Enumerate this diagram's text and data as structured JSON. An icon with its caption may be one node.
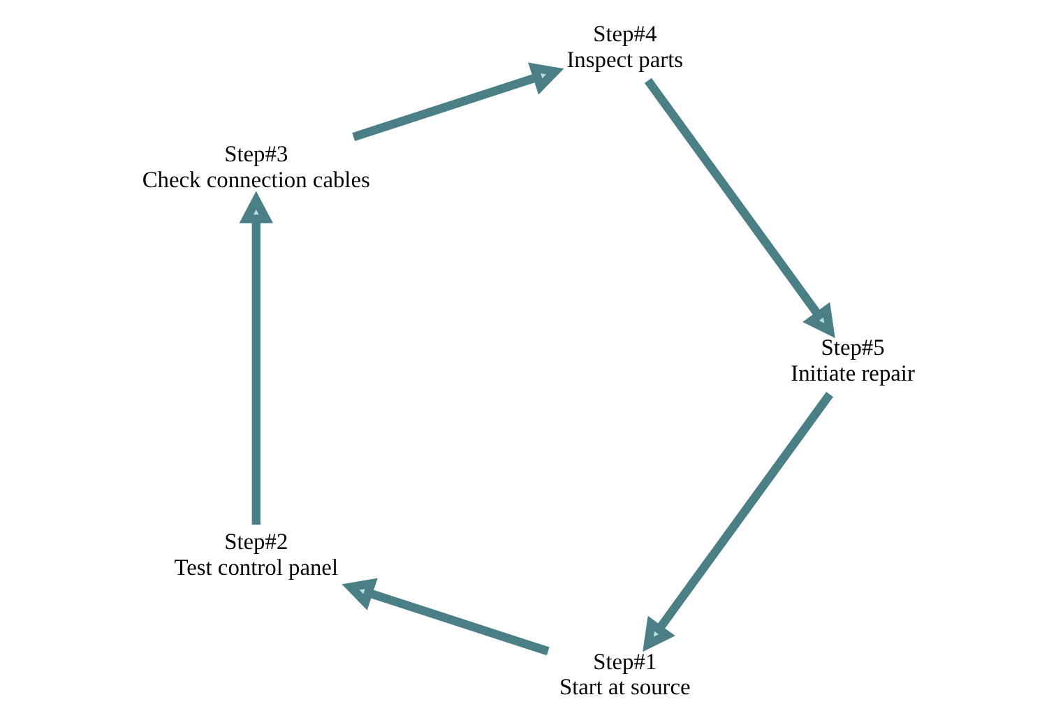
{
  "diagram": {
    "nodes": [
      {
        "text": [
          "Step#1",
          "Start at source"
        ]
      },
      {
        "text": [
          "Step#2",
          "Test control panel"
        ]
      },
      {
        "text": [
          "Step#3",
          "Check connection cables"
        ]
      },
      {
        "text": [
          "Step#4",
          "Inspect parts"
        ]
      },
      {
        "text": [
          "Step#5",
          "Initiate repair"
        ]
      }
    ],
    "edges": [
      {
        "from": 0,
        "to": 1,
        "arrow": "to"
      },
      {
        "from": 1,
        "to": 2,
        "arrow": "to"
      },
      {
        "from": 2,
        "to": 3,
        "arrow": "to"
      },
      {
        "from": 3,
        "to": 4,
        "arrow": "to"
      },
      {
        "from": 4,
        "to": 0,
        "arrow": "to"
      }
    ]
  }
}
